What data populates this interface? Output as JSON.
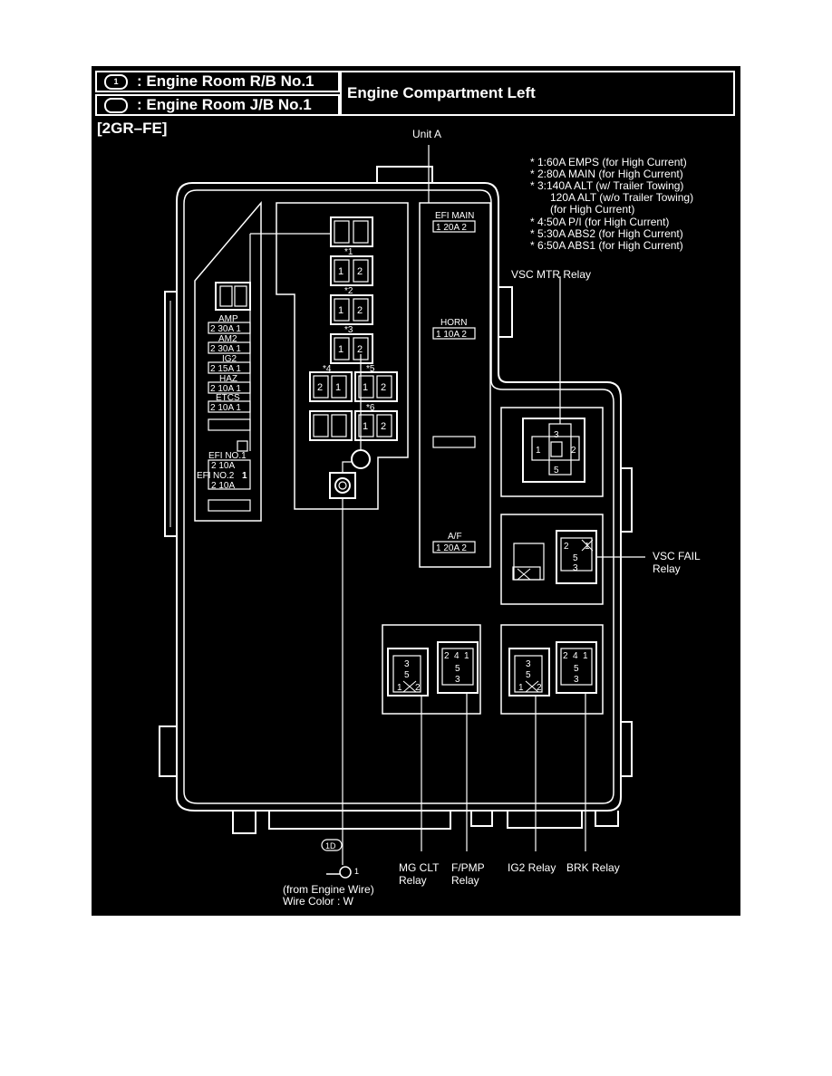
{
  "legend": {
    "row1_symbol": "1",
    "row1_label": ": Engine Room R/B No.1",
    "row2_label": ": Engine Room J/B No.1",
    "title": "Engine Compartment Left"
  },
  "variant": "[2GR–FE]",
  "unit_label": "Unit A",
  "notes": [
    "* 1:60A EMPS (for High Current)",
    "* 2:80A MAIN (for High Current)",
    "* 3:140A ALT (w/ Trailer Towing)",
    "120A ALT (w/o Trailer Towing)",
    "(for High Current)",
    "* 4:50A P/I (for High Current)",
    "* 5:30A ABS2 (for High Current)",
    "* 6:50A ABS1 (for High Current)"
  ],
  "unit_fuses": {
    "efi_main": {
      "name": "EFI MAIN",
      "code": "1 20A 2"
    },
    "horn": {
      "name": "HORN",
      "code": "1 10A 2"
    },
    "af": {
      "name": "A/F",
      "code": "1 20A 2"
    }
  },
  "left_fuses": [
    {
      "name": "AMP",
      "code": "2 30A 1"
    },
    {
      "name": "AM2",
      "code": "2 30A 1"
    },
    {
      "name": "IG2",
      "code": "2 15A 1"
    },
    {
      "name": "HAZ",
      "code": "2 10A 1"
    },
    {
      "name": "ETCS",
      "code": "2 10A 1"
    }
  ],
  "efi_block": {
    "name": "EFI NO.1",
    "prefix": "EFI",
    "row1": "2 10A",
    "row2": "NO.2",
    "row3": "2 10A",
    "pin": "1"
  },
  "big_fuse_marks": [
    "*1",
    "*2",
    "*3",
    "*4",
    "*5",
    "*6"
  ],
  "pins": {
    "p1": "1",
    "p2": "2",
    "p3": "3",
    "p4": "4",
    "p5": "5"
  },
  "relays": {
    "vsc_mtr": "VSC MTR Relay",
    "vsc_fail_1": "VSC FAIL",
    "vsc_fail_2": "Relay",
    "mg_clt_1": "MG CLT",
    "mg_clt_2": "Relay",
    "fpmp_1": "F/PMP",
    "fpmp_2": "Relay",
    "ig2": "IG2 Relay",
    "brk": "BRK Relay"
  },
  "connector": {
    "code": "1D",
    "pin": "1",
    "line1": "(from Engine Wire)",
    "line2": "Wire Color : W"
  }
}
